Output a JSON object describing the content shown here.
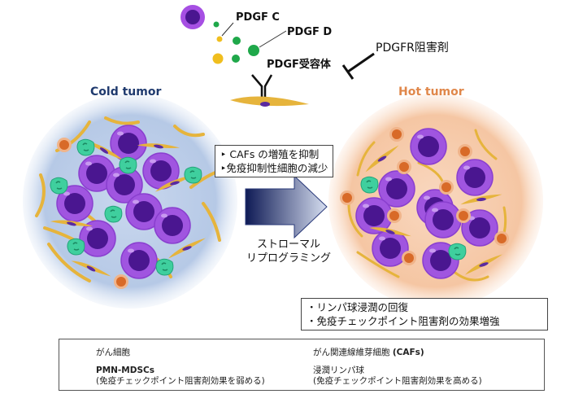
{
  "signals": {
    "pdgf_c": "PDGF C",
    "pdgf_d": "PDGF D",
    "receptor": "PDGF受容体",
    "inhibitor": "PDGFR阻害剤"
  },
  "cold_tumor": {
    "title": "Cold tumor"
  },
  "hot_tumor": {
    "title": "Hot tumor"
  },
  "effects_box": {
    "lines": [
      "‣ CAFs の増殖を抑制",
      "‣免疫抑制性細胞の減少"
    ]
  },
  "arrow_label": {
    "line1": "ストローマル",
    "line2": "リプログラミング"
  },
  "outcome_box": {
    "lines": [
      "・リンパ球浸潤の回復",
      "・免疫チェックポイント阻害剤の効果増強"
    ]
  },
  "legend": {
    "cancer_cell": "がん細胞",
    "caf": "がん関連線維芽細胞",
    "caf_abbr": "(CAFs)",
    "mdsc": "PMN-MDSCs",
    "mdsc_note": "(免疫チェックポイント阻害剤効果を弱める)",
    "lymphocyte": "浸潤リンパ球",
    "lymphocyte_note": "(免疫チェックポイント阻害剤効果を高める)"
  },
  "colors": {
    "cold_bg": "#b9cbe6",
    "hot_bg": "#f6c9a8",
    "cancer_outer": "#a055e0",
    "cancer_inner": "#4a1690",
    "caf": "#e6b43c",
    "mdsc": "#3fcf9e",
    "lymphocyte": "#d86a28",
    "pdgf_green": "#1fa84a",
    "pdgf_yellow": "#f0be1e",
    "cold_title": "#1f3a6e",
    "hot_title": "#e0874a"
  }
}
